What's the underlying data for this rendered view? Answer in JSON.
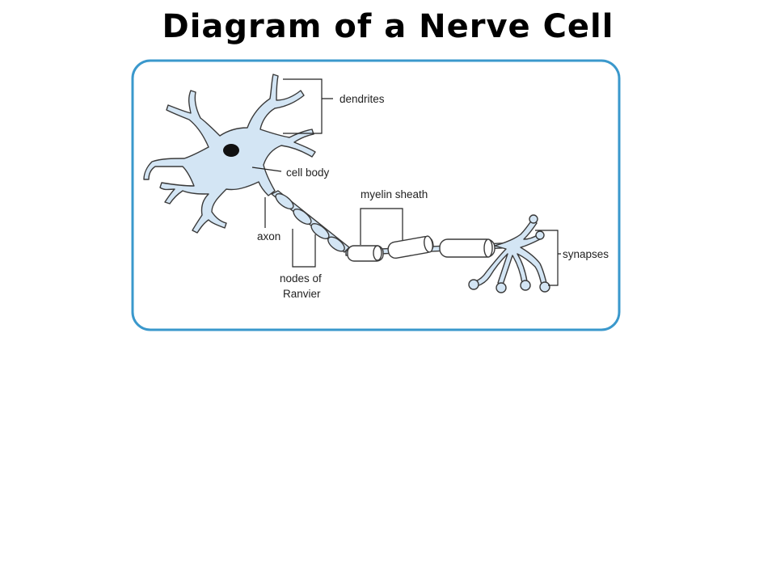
{
  "title": "Diagram of a Nerve Cell",
  "labels": {
    "dendrites": "dendrites",
    "cell_body": "cell body",
    "myelin_sheath": "myelin sheath",
    "axon": "axon",
    "nodes_line1": "nodes of",
    "nodes_line2": "Ranvier",
    "synapses": "synapses"
  },
  "colors": {
    "frame": "#3a98cc",
    "cell_fill": "#d3e5f4"
  }
}
